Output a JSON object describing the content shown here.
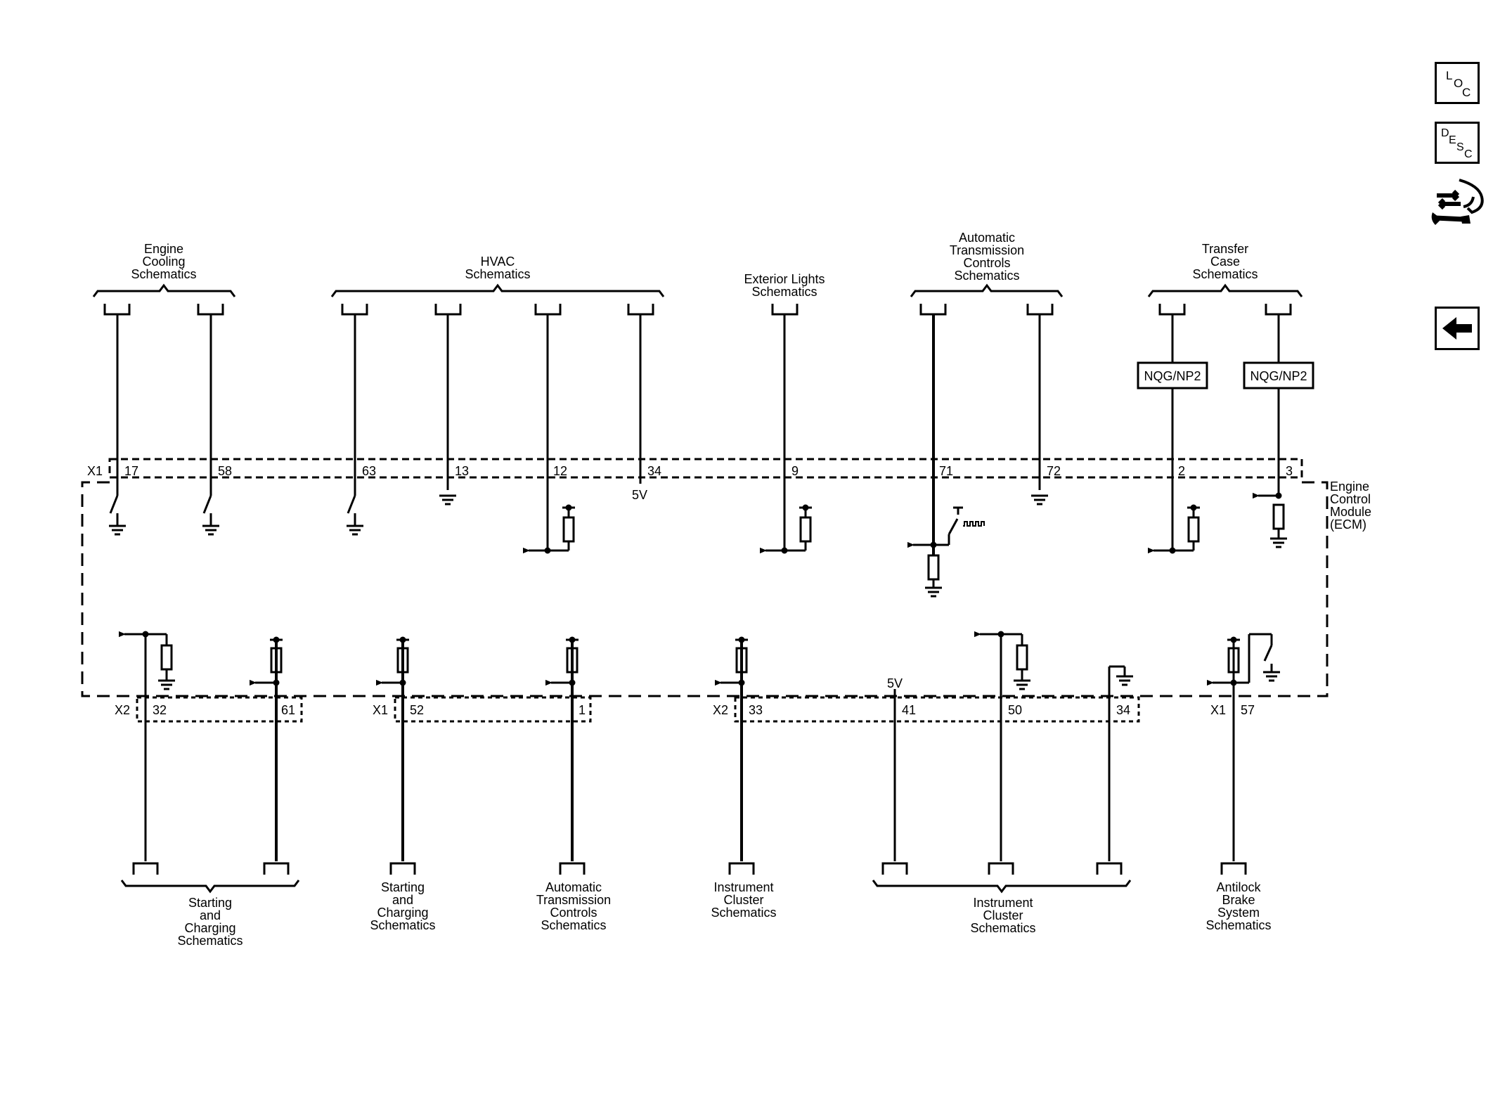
{
  "nav": {
    "loc": {
      "l1": "L",
      "l2": "O",
      "l3": "C"
    },
    "desc": {
      "l1": "D",
      "l2": "E",
      "l3": "S",
      "l4": "C"
    },
    "tool": {
      "icon": "connector-tool-icon"
    },
    "back": {
      "icon": "back-arrow-icon"
    }
  },
  "module": {
    "lines": [
      "Engine",
      "Control",
      "Module",
      "(ECM)"
    ]
  },
  "top_groups": [
    {
      "label": [
        "Engine",
        "Cooling",
        "Schematics"
      ]
    },
    {
      "label": [
        "HVAC",
        "Schematics"
      ]
    },
    {
      "label": [
        "Exterior Lights",
        "Schematics"
      ]
    },
    {
      "label": [
        "Automatic",
        "Transmission",
        "Controls",
        "Schematics"
      ]
    },
    {
      "label": [
        "Transfer",
        "Case",
        "Schematics"
      ]
    }
  ],
  "bottom_groups": [
    {
      "label": [
        "Starting",
        "and",
        "Charging",
        "Schematics"
      ]
    },
    {
      "label": [
        "Starting",
        "and",
        "Charging",
        "Schematics"
      ]
    },
    {
      "label": [
        "Automatic",
        "Transmission",
        "Controls",
        "Schematics"
      ]
    },
    {
      "label": [
        "Instrument",
        "Cluster",
        "Schematics"
      ]
    },
    {
      "label": [
        "Instrument",
        "Cluster",
        "Schematics"
      ]
    },
    {
      "label": [
        "Antilock",
        "Brake",
        "System",
        "Schematics"
      ]
    }
  ],
  "top_connector": {
    "name": "X1"
  },
  "top_pins": [
    "17",
    "58",
    "63",
    "13",
    "12",
    "34",
    "9",
    "71",
    "72",
    "2",
    "3"
  ],
  "top_voltage": "5V",
  "option_boxes": [
    "NQG/NP2",
    "NQG/NP2"
  ],
  "bottom_connectors": [
    {
      "name": "X2",
      "pins": [
        "32",
        "61"
      ]
    },
    {
      "name": "X1",
      "pins": [
        "52",
        "1"
      ]
    },
    {
      "name": "X2",
      "pins": [
        "33",
        "41",
        "50",
        "34"
      ]
    },
    {
      "name": "X1",
      "pins": [
        "57"
      ]
    }
  ],
  "bottom_voltage": "5V"
}
